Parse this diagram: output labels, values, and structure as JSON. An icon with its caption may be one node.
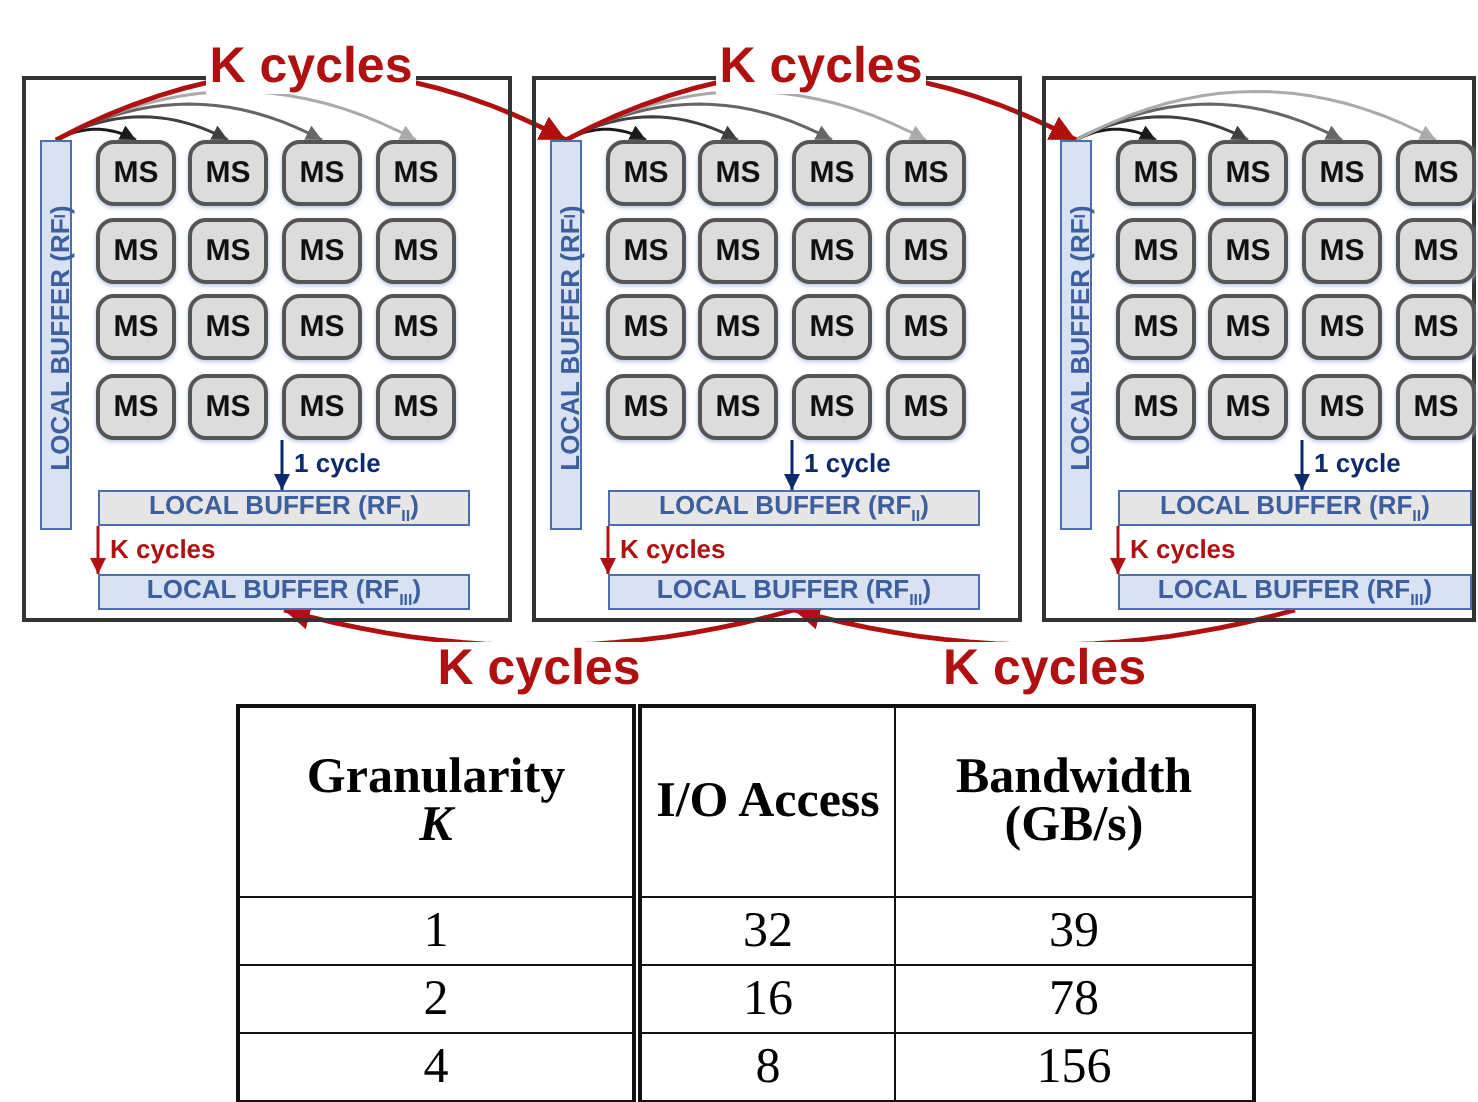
{
  "diagram": {
    "nodes": [
      {
        "text": [],
        "shape": "box"
      },
      {
        "text": [
          "LOCAL BUFFER (RF$_{I}$)"
        ],
        "in": 0
      },
      {
        "text": [
          "MS"
        ],
        "in": 0
      },
      {
        "text": [
          "MS"
        ],
        "in": 0
      },
      {
        "text": [
          "MS"
        ],
        "in": 0
      },
      {
        "text": [
          "MS"
        ],
        "in": 0
      },
      {
        "text": [
          "MS"
        ],
        "in": 0
      },
      {
        "text": [
          "MS"
        ],
        "in": 0
      },
      {
        "text": [
          "MS"
        ],
        "in": 0
      },
      {
        "text": [
          "MS"
        ],
        "in": 0
      },
      {
        "text": [
          "MS"
        ],
        "in": 0
      },
      {
        "text": [
          "MS"
        ],
        "in": 0
      },
      {
        "text": [
          "MS"
        ],
        "in": 0
      },
      {
        "text": [
          "MS"
        ],
        "in": 0
      },
      {
        "text": [
          "MS"
        ],
        "in": 0
      },
      {
        "text": [
          "MS"
        ],
        "in": 0
      },
      {
        "text": [
          "MS"
        ],
        "in": 0
      },
      {
        "text": [
          "MS"
        ],
        "in": 0
      },
      {
        "text": [
          "LOCAL BUFFER (RF$_{II}$)"
        ],
        "in": 0
      },
      {
        "text": [
          "LOCAL BUFFER (RF$_{III}$)"
        ],
        "in": 0
      },
      {
        "text": [],
        "shape": "box"
      },
      {
        "text": [
          "LOCAL BUFFER (RF$_{I}$)"
        ],
        "in": 20
      },
      {
        "text": [
          "MS"
        ],
        "in": 20
      },
      {
        "text": [
          "MS"
        ],
        "in": 20
      },
      {
        "text": [
          "MS"
        ],
        "in": 20
      },
      {
        "text": [
          "MS"
        ],
        "in": 20
      },
      {
        "text": [
          "MS"
        ],
        "in": 20
      },
      {
        "text": [
          "MS"
        ],
        "in": 20
      },
      {
        "text": [
          "MS"
        ],
        "in": 20
      },
      {
        "text": [
          "MS"
        ],
        "in": 20
      },
      {
        "text": [
          "MS"
        ],
        "in": 20
      },
      {
        "text": [
          "MS"
        ],
        "in": 20
      },
      {
        "text": [
          "MS"
        ],
        "in": 20
      },
      {
        "text": [
          "MS"
        ],
        "in": 20
      },
      {
        "text": [
          "MS"
        ],
        "in": 20
      },
      {
        "text": [
          "MS"
        ],
        "in": 20
      },
      {
        "text": [
          "MS"
        ],
        "in": 20
      },
      {
        "text": [
          "MS"
        ],
        "in": 20
      },
      {
        "text": [
          "LOCAL BUFFER (RF$_{II}$)"
        ],
        "in": 20
      },
      {
        "text": [
          "LOCAL BUFFER (RF$_{III}$)"
        ],
        "in": 20
      },
      {
        "text": [],
        "shape": "box"
      },
      {
        "text": [
          "LOCAL BUFFER (RF$_{I}$)"
        ],
        "in": 40
      },
      {
        "text": [
          "MS"
        ],
        "in": 40
      },
      {
        "text": [
          "MS"
        ],
        "in": 40
      },
      {
        "text": [
          "MS"
        ],
        "in": 40
      },
      {
        "text": [
          "MS"
        ],
        "in": 40
      },
      {
        "text": [
          "MS"
        ],
        "in": 40
      },
      {
        "text": [
          "MS"
        ],
        "in": 40
      },
      {
        "text": [
          "MS"
        ],
        "in": 40
      },
      {
        "text": [
          "MS"
        ],
        "in": 40
      },
      {
        "text": [
          "MS"
        ],
        "in": 40
      },
      {
        "text": [
          "MS"
        ],
        "in": 40
      },
      {
        "text": [
          "MS"
        ],
        "in": 40
      },
      {
        "text": [
          "MS"
        ],
        "in": 40
      },
      {
        "text": [
          "MS"
        ],
        "in": 40
      },
      {
        "text": [
          "MS"
        ],
        "in": 40
      },
      {
        "text": [
          "MS"
        ],
        "in": 40
      },
      {
        "text": [
          "MS"
        ],
        "in": 40
      },
      {
        "text": [
          "LOCAL BUFFER (RF$_{II}$)"
        ],
        "in": 40
      },
      {
        "text": [
          "LOCAL BUFFER (RF$_{III}$)"
        ],
        "in": 40
      }
    ],
    "edges": [
      {
        "from": 1,
        "to": 2,
        "arrow": "to",
        "color": "#1a1a1a"
      },
      {
        "from": 1,
        "to": 3,
        "arrow": "to",
        "color": "#404040"
      },
      {
        "from": 1,
        "to": 4,
        "arrow": "to",
        "color": "#666666"
      },
      {
        "from": 1,
        "to": 5,
        "arrow": "to",
        "color": "#aaaaaa"
      },
      {
        "from": 16,
        "to": 18,
        "arrow": "to",
        "label": "1 cycle",
        "color": "#0d2a6e"
      },
      {
        "from": 18,
        "to": 19,
        "arrow": "to",
        "label": "K cycles",
        "color": "#b01010"
      },
      {
        "from": 21,
        "to": 22,
        "arrow": "to",
        "color": "#1a1a1a"
      },
      {
        "from": 21,
        "to": 23,
        "arrow": "to",
        "color": "#404040"
      },
      {
        "from": 21,
        "to": 24,
        "arrow": "to",
        "color": "#666666"
      },
      {
        "from": 21,
        "to": 25,
        "arrow": "to",
        "color": "#aaaaaa"
      },
      {
        "from": 36,
        "to": 38,
        "arrow": "to",
        "label": "1 cycle",
        "color": "#0d2a6e"
      },
      {
        "from": 38,
        "to": 39,
        "arrow": "to",
        "label": "K cycles",
        "color": "#b01010"
      },
      {
        "from": 41,
        "to": 42,
        "arrow": "to",
        "color": "#1a1a1a"
      },
      {
        "from": 41,
        "to": 43,
        "arrow": "to",
        "color": "#404040"
      },
      {
        "from": 41,
        "to": 44,
        "arrow": "to",
        "color": "#666666"
      },
      {
        "from": 41,
        "to": 45,
        "arrow": "to",
        "color": "#aaaaaa"
      },
      {
        "from": 56,
        "to": 58,
        "arrow": "to",
        "label": "1 cycle",
        "color": "#0d2a6e"
      },
      {
        "from": 58,
        "to": 59,
        "arrow": "to",
        "label": "K cycles",
        "color": "#b01010"
      },
      {
        "from": 1,
        "to": 21,
        "arrow": "to",
        "label": "K cycles",
        "color": "#b01010"
      },
      {
        "from": 21,
        "to": 41,
        "arrow": "to",
        "label": "K cycles",
        "color": "#b01010"
      },
      {
        "from": 39,
        "to": 19,
        "arrow": "to",
        "label": "K cycles",
        "color": "#b01010"
      },
      {
        "from": 59,
        "to": 39,
        "arrow": "to",
        "label": "K cycles",
        "color": "#b01010"
      }
    ],
    "labels": [
      "Granularity *K*",
      "I/O Access",
      "Bandwidth (GB/s)",
      "1",
      "32",
      "39",
      "2",
      "16",
      "78",
      "4",
      "8",
      "156"
    ]
  }
}
